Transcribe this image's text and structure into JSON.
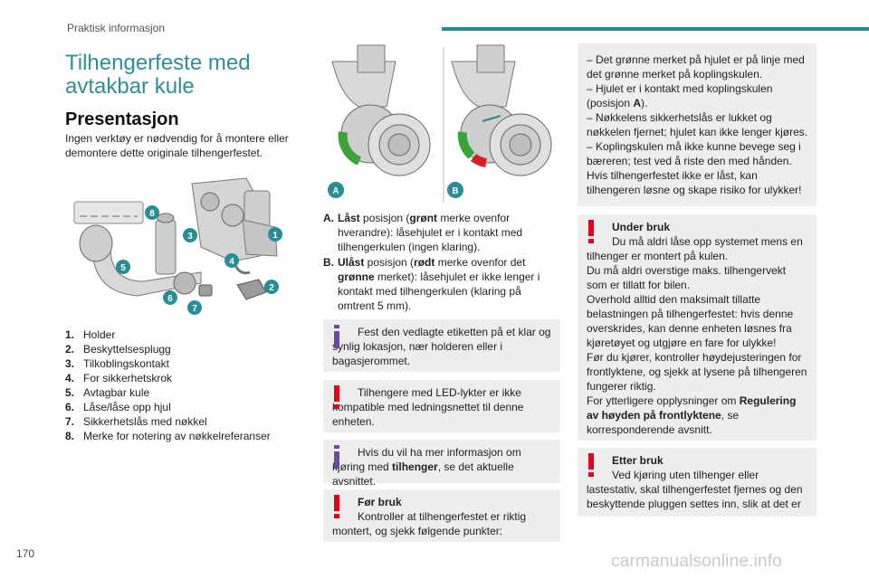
{
  "header": {
    "title": "Praktisk informasjon"
  },
  "page_number": "170",
  "watermark": "carmanualsonline.info",
  "colors": {
    "accent": "#2a8d96",
    "warning": "#e2001a",
    "info": "#6b4aa0",
    "lock_green": "#3aa33a",
    "lock_red": "#d62026"
  },
  "left": {
    "title": "Tilhengerfeste med avtakbar kule",
    "subtitle": "Presentasjon",
    "intro": "Ingen verktøy er nødvendig for å montere eller demontere dette originale tilhengerfestet.",
    "callouts": [
      "1",
      "2",
      "3",
      "4",
      "5",
      "6",
      "7",
      "8"
    ],
    "items": [
      {
        "num": "1.",
        "text": "Holder"
      },
      {
        "num": "2.",
        "text": "Beskyttelsesplugg"
      },
      {
        "num": "3.",
        "text": "Tilkoblingskontakt"
      },
      {
        "num": "4.",
        "text": "For sikkerhetskrok"
      },
      {
        "num": "5.",
        "text": "Avtagbar kule"
      },
      {
        "num": "6.",
        "text": "Låse/låse opp hjul"
      },
      {
        "num": "7.",
        "text": "Sikkerhetslås med nøkkel"
      },
      {
        "num": "8.",
        "text": "Merke for notering av nøkkelreferanser"
      }
    ]
  },
  "middle": {
    "fig_labels": {
      "a": "A",
      "b": "B"
    },
    "a": {
      "letter": "A.",
      "p1": "Låst",
      "p2": " posisjon (",
      "p3": "grønt",
      "p4": " merke ovenfor hverandre): låsehjulet er i kontakt med tilhengerkulen (ingen klaring)."
    },
    "b": {
      "letter": "B.",
      "p1": "Ulåst",
      "p2": " posisjon (",
      "p3": "rødt",
      "p4": " merke ovenfor det ",
      "p5": "grønne",
      "p6": " merket): låsehjulet er ikke lenger i kontakt med tilhengerkulen (klaring på omtrent 5 mm)."
    },
    "note1": "Fest den vedlagte etiketten på et klar og synlig lokasjon, nær holderen eller i bagasjerommet.",
    "note2": "Tilhengere med LED-lykter er ikke kompatible med ledningsnettet til denne enheten.",
    "note3_a": "Hvis du vil ha mer informasjon om kjøring med ",
    "note3_b": "tilhenger",
    "note3_c": ", se det aktuelle avsnittet.",
    "note4_title": "Før bruk",
    "note4_text": "Kontroller at tilhengerfestet er riktig montert, og sjekk følgende punkter:"
  },
  "right": {
    "checks": [
      "– Det grønne merket på hjulet er på linje med det grønne merket på koplingskulen.",
      "– Hjulet er i kontakt med koplingskulen (posisjon ",
      "– Nøkkelens sikkerhetslås er lukket og nøkkelen fjernet; hjulet kan ikke lenger kjøres.",
      "– Koplingskulen må ikke kunne bevege seg i bæreren; test ved å riste den med hånden."
    ],
    "check2_letter": "A",
    "check2_end": ").",
    "checks_tail": "Hvis tilhengerfestet ikke er låst, kan tilhengeren løsne og skape risiko for ulykker!",
    "under_title": "Under bruk",
    "under_lines": [
      "Du må aldri låse opp systemet mens en tilhenger er montert på kulen.",
      "Du må aldri overstige maks. tilhengervekt som er tillatt for bilen.",
      "Overhold alltid den maksimalt tillatte belastningen på tilhengerfestet: hvis denne overskrides, kan denne enheten løsnes fra kjøretøyet og utgjøre en fare for ulykke!",
      "Før du kjører, kontroller høydejusteringen for frontlyktene, og sjekk at lysene på tilhengeren fungerer riktig."
    ],
    "under_last_a": "For ytterligere opplysninger om ",
    "under_last_b": "Regulering av høyden på frontlyktene",
    "under_last_c": ", se korresponderende avsnitt.",
    "after_title": "Etter bruk",
    "after_text": "Ved kjøring uten tilhenger eller lastestativ, skal tilhengerfestet fjernes og den beskyttende pluggen settes inn, slik at det er"
  }
}
